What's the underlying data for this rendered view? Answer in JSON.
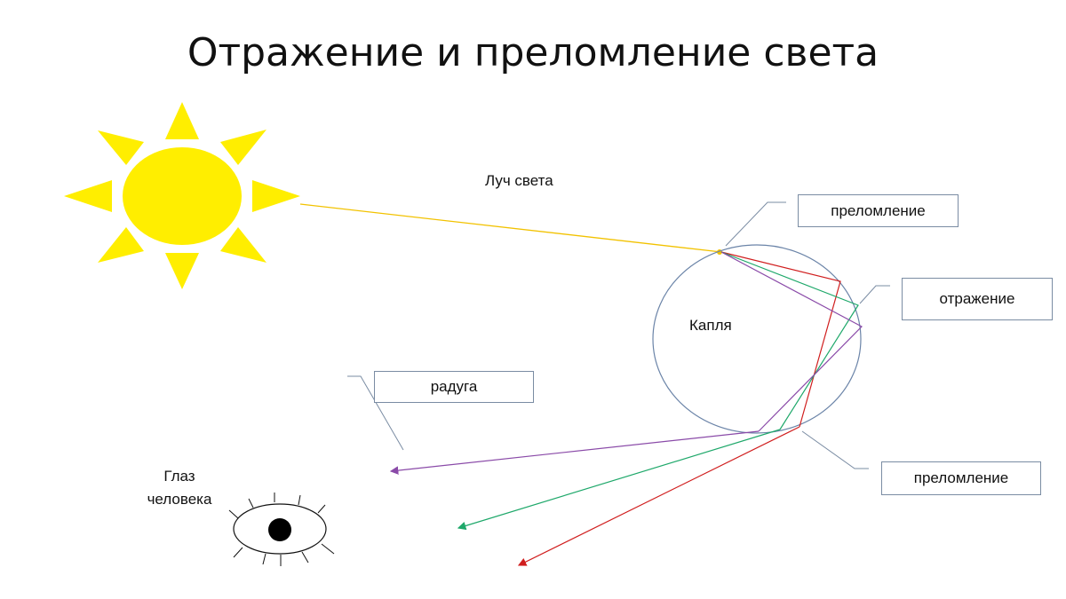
{
  "title": "Отражение и преломление света",
  "labels": {
    "light_ray": "Луч света",
    "drop": "Капля",
    "eye": "Глаз человека"
  },
  "callouts": {
    "refraction_top": "преломление",
    "reflection": "отражение",
    "rainbow": "радуга",
    "refraction_bottom": "преломление"
  },
  "colors": {
    "sun": "#ffee00",
    "light_ray": "#f2c200",
    "drop_outline": "#6b84a8",
    "red_ray": "#d01e1e",
    "green_ray": "#1ea86a",
    "violet_ray": "#8a4aa8",
    "callout_border": "#7a8ca3",
    "eye_outline": "#111111"
  }
}
